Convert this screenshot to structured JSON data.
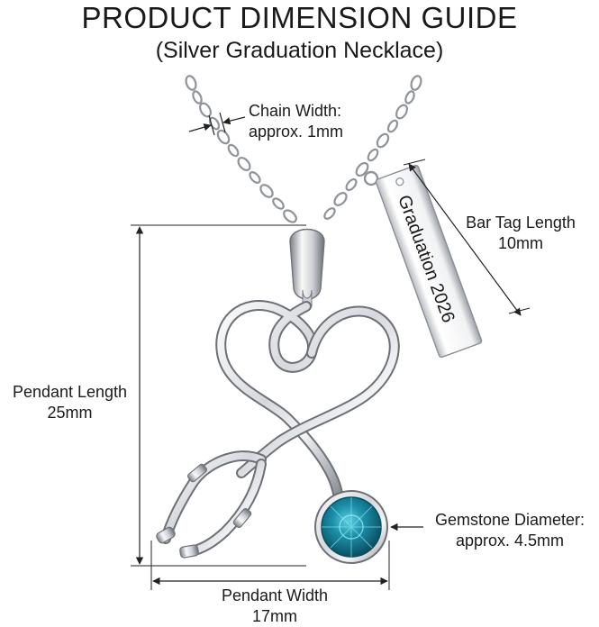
{
  "header": {
    "title": "PRODUCT DIMENSION GUIDE",
    "subtitle": "(Silver Graduation Necklace)"
  },
  "dimensions": {
    "chain_width": {
      "name": "Chain Width:",
      "value": "approx. 1mm"
    },
    "bar_tag_length": {
      "name": "Bar Tag Length",
      "value": "10mm"
    },
    "pendant_length": {
      "name": "Pendant Length",
      "value": "25mm"
    },
    "gemstone_diameter": {
      "name": "Gemstone Diameter:",
      "value": "approx. 4.5mm"
    },
    "pendant_width": {
      "name": "Pendant Width",
      "value": "17mm"
    }
  },
  "engraving": {
    "text": "Graduation 2026"
  },
  "colors": {
    "silver_light": "#f4f5f7",
    "silver_mid": "#c9ccd1",
    "silver_dark": "#6f737a",
    "gem": "#1b8fa8",
    "gem_dark": "#0b4f62",
    "line": "#222222"
  }
}
